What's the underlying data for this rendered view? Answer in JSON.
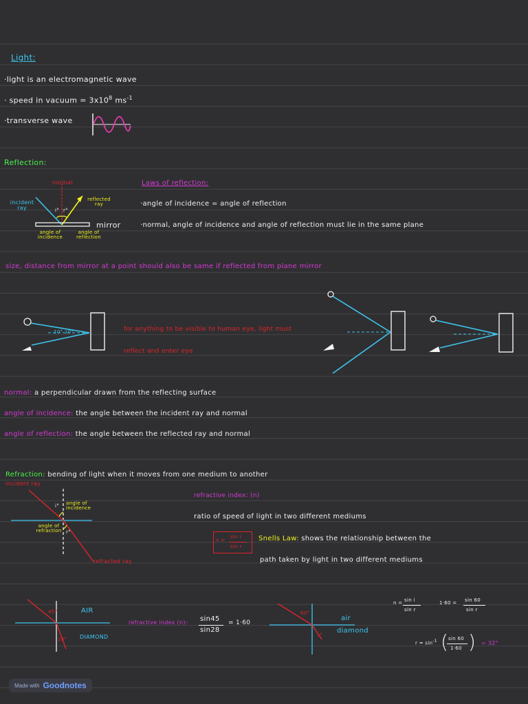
{
  "light": {
    "heading": "Light:",
    "bullet1": "·light is an electromagnetic wave",
    "bullet2_prefix": "· speed in vacuum = 3x10",
    "bullet2_exp": "8",
    "bullet2_unit": "ms",
    "bullet2_unit_exp": "-1",
    "bullet3": "·transverse wave"
  },
  "reflection": {
    "heading": "Reflection:",
    "normal_label": "normal",
    "incident_ray_label": "incident ray",
    "reflected_ray_label": "reflected ray",
    "i_label": "i°",
    "r_label": "r°",
    "mirror_label": "mirror",
    "angle_incidence_label": "angle of incidence",
    "angle_reflection_label": "angle of reflection",
    "laws_title": "Laws of reflection:",
    "law1": "·angle of incidence = angle of reflection",
    "law2": "·normal, angle of incidence and angle of reflection must lie in the same plane",
    "size_note": "size, distance from mirror at a point should also be same if reflected from plane mirror",
    "eye_note_line1": "for anything to be visible to human eye, light must",
    "eye_note_line2": "reflect and enter eye",
    "diagram_angles": "10°  10°"
  },
  "definitions": {
    "normal_term": "normal:",
    "normal_def": "a perpendicular drawn from the reflecting surface",
    "incidence_term": "angle of incidence:",
    "incidence_def": "the angle between the incident ray and normal",
    "reflection_term": "angle of reflection:",
    "reflection_def": "the angle between the reflected ray and normal"
  },
  "refraction": {
    "heading": "Refraction:",
    "heading_def": "bending of light when it moves from one medium to another",
    "incident_ray_label": "incident ray",
    "angle_incidence_label": "angle of incidence",
    "i_label": "i°",
    "angle_refraction_label": "angle of refraction",
    "r_label": "r°",
    "refracted_ray_label": "refracted ray",
    "refractive_index_title": "refractive index: (n)",
    "ratio_text": "ratio of speed of light in two different mediums",
    "snell_box_n": "n =",
    "snell_box_num": "sin i",
    "snell_box_den": "sin r",
    "snells_law_term": "Snells Law:",
    "snells_law_def": "shows the relationship between the",
    "snells_law_def2": "path taken by light in two different mediums"
  },
  "examples": {
    "air_label": "AIR",
    "diamond_label": "DIAMOND",
    "angle_45": "45°",
    "angle_28": "28°",
    "ri_label": "refractive index (n):",
    "ri_num": "sin45",
    "ri_den": "sin28",
    "ri_result": "= 1·60",
    "air2": "air",
    "diamond2": "diamond",
    "angle_60": "60°",
    "angle_r": "r°",
    "formula_n": "n =",
    "formula_num": "sin i",
    "formula_den": "sin r",
    "formula2_left": "1·60 =",
    "formula2_num": "sin 60",
    "formula2_den": "sin r",
    "formula3_left": "r = sin",
    "formula3_exp": "-1",
    "formula3_num": "sin 60",
    "formula3_den": "1·60",
    "formula3_result": "= 32°"
  },
  "footer": {
    "made_with": "Made with",
    "brand": "Goodnotes"
  },
  "colors": {
    "background": "#2f2f31",
    "rule": "#46464a",
    "cyan": "#3ec6f0",
    "green": "#4cf24c",
    "yellow": "#f2f21e",
    "magenta": "#d63ad6",
    "red": "#e0242c"
  }
}
